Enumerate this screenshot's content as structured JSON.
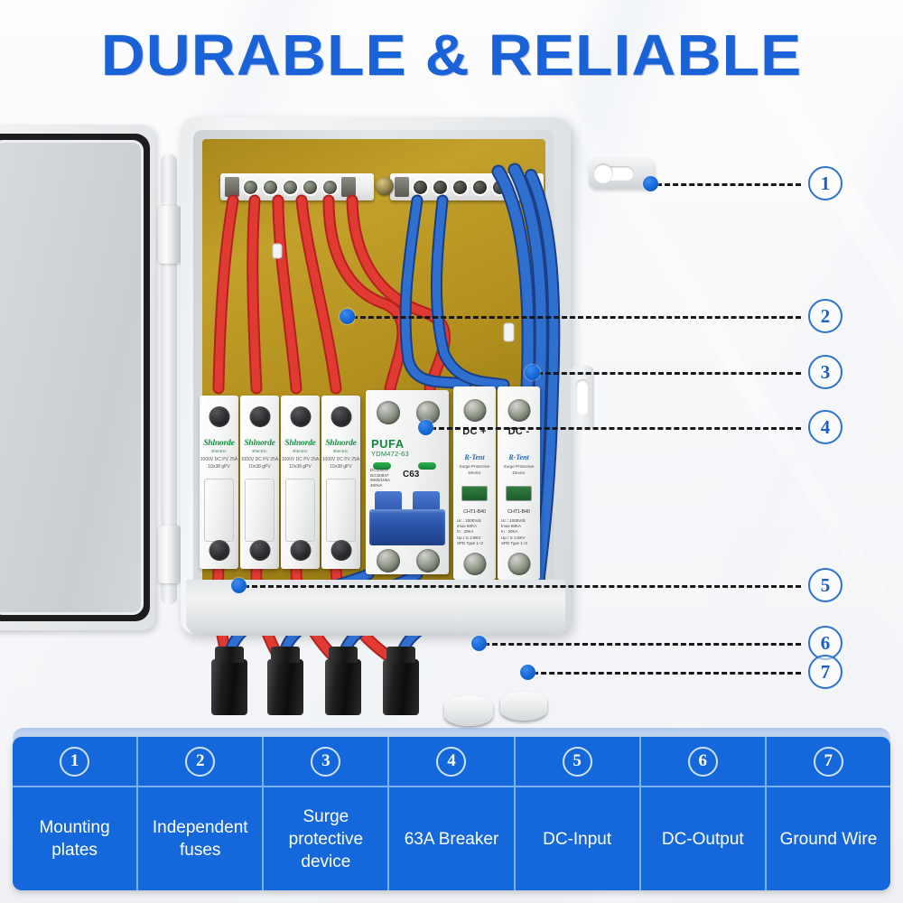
{
  "title": "DURABLE & RELIABLE",
  "theme": {
    "title_color": "#1a62d8",
    "legend_blue": "#1568db",
    "legend_divider": "#7db0ee",
    "callout_blue": "#1c5fc4",
    "callout_dot": "#1668d6",
    "backplate_gold": "#b4911f"
  },
  "callouts": [
    {
      "id": "1",
      "label": "1"
    },
    {
      "id": "2",
      "label": "2"
    },
    {
      "id": "3",
      "label": "3"
    },
    {
      "id": "4",
      "label": "4"
    },
    {
      "id": "5",
      "label": "5"
    },
    {
      "id": "6",
      "label": "6"
    },
    {
      "id": "7",
      "label": "7"
    }
  ],
  "legend": {
    "columns": [
      {
        "number": "1",
        "label": "Mounting plates"
      },
      {
        "number": "2",
        "label": "Independent fuses"
      },
      {
        "number": "3",
        "label": "Surge protective device"
      },
      {
        "number": "4",
        "label": "63A Breaker"
      },
      {
        "number": "5",
        "label": "DC-Input"
      },
      {
        "number": "6",
        "label": "DC-Output"
      },
      {
        "number": "7",
        "label": "Ground Wire"
      }
    ]
  },
  "product": {
    "fuses": [
      {
        "brand": "Shlnorde",
        "sub": "Electric",
        "spec_line1": "1000V DC PV 25A",
        "spec_line2": "10x38   gPV"
      },
      {
        "brand": "Shlnorde",
        "sub": "Electric",
        "spec_line1": "1000V DC PV 25A",
        "spec_line2": "10x38   gPV"
      },
      {
        "brand": "Shlnorde",
        "sub": "Electric",
        "spec_line1": "1000V DC PV 25A",
        "spec_line2": "10x38   gPV"
      },
      {
        "brand": "Shlnorde",
        "sub": "Electric",
        "spec_line1": "1000V DC PV 25A",
        "spec_line2": "10x38   gPV"
      }
    ],
    "breaker": {
      "brand": "PUFA",
      "model": "YDM472-63",
      "rating": "C63",
      "spec_lines": [
        "DC1000V",
        "IEC60947",
        "6000/10kA",
        "400VA"
      ]
    },
    "spd_modules": [
      {
        "pole": "DC +",
        "brand": "R-Tent",
        "sub_line1": "Surge Protective",
        "sub_line2": "Device",
        "model": "CHT1-B40",
        "specs": [
          "Uc : 1000Vdc",
          "Imax   60KA",
          "In :     20KA",
          "Up / Ic  2.8KV",
          "SPD Type 1+2"
        ]
      },
      {
        "pole": "DC -",
        "brand": "R-Tent",
        "sub_line1": "Surge Protective",
        "sub_line2": "Device",
        "model": "CHT1-B40",
        "specs": [
          "Uc : 1000Vdc",
          "Imax   60KA",
          "In :     20KA",
          "Up / Ic  2.8KV",
          "SPD Type 1+2"
        ]
      }
    ]
  }
}
